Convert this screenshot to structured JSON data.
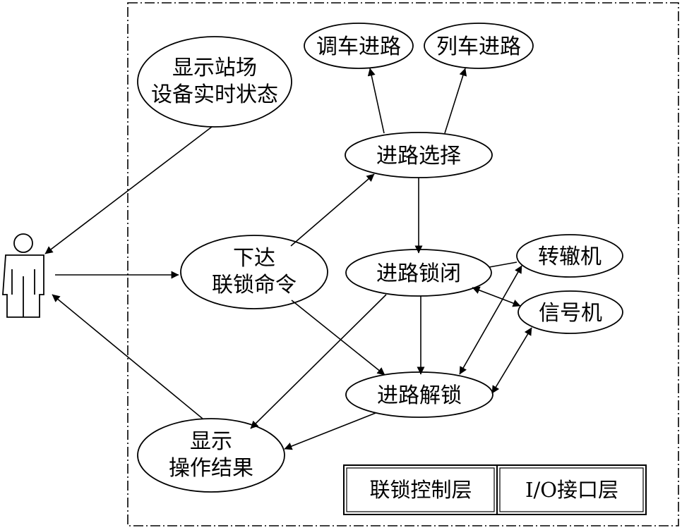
{
  "nodes": {
    "show_status": {
      "lines": [
        "显示站场",
        "设备实时状态"
      ]
    },
    "shunt_route": {
      "lines": [
        "调车进路"
      ]
    },
    "train_route": {
      "lines": [
        "列车进路"
      ]
    },
    "route_select": {
      "lines": [
        "进路选择"
      ]
    },
    "issue_cmd": {
      "lines": [
        "下达",
        "联锁命令"
      ]
    },
    "route_lock": {
      "lines": [
        "进路锁闭"
      ]
    },
    "switch": {
      "lines": [
        "转辙机"
      ]
    },
    "signal": {
      "lines": [
        "信号机"
      ]
    },
    "route_unlock": {
      "lines": [
        "进路解锁"
      ]
    },
    "show_result": {
      "lines": [
        "显示",
        "操作结果"
      ]
    }
  },
  "legend": {
    "interlock_layer": "联锁控制层",
    "io_layer": "I/O接口层"
  }
}
